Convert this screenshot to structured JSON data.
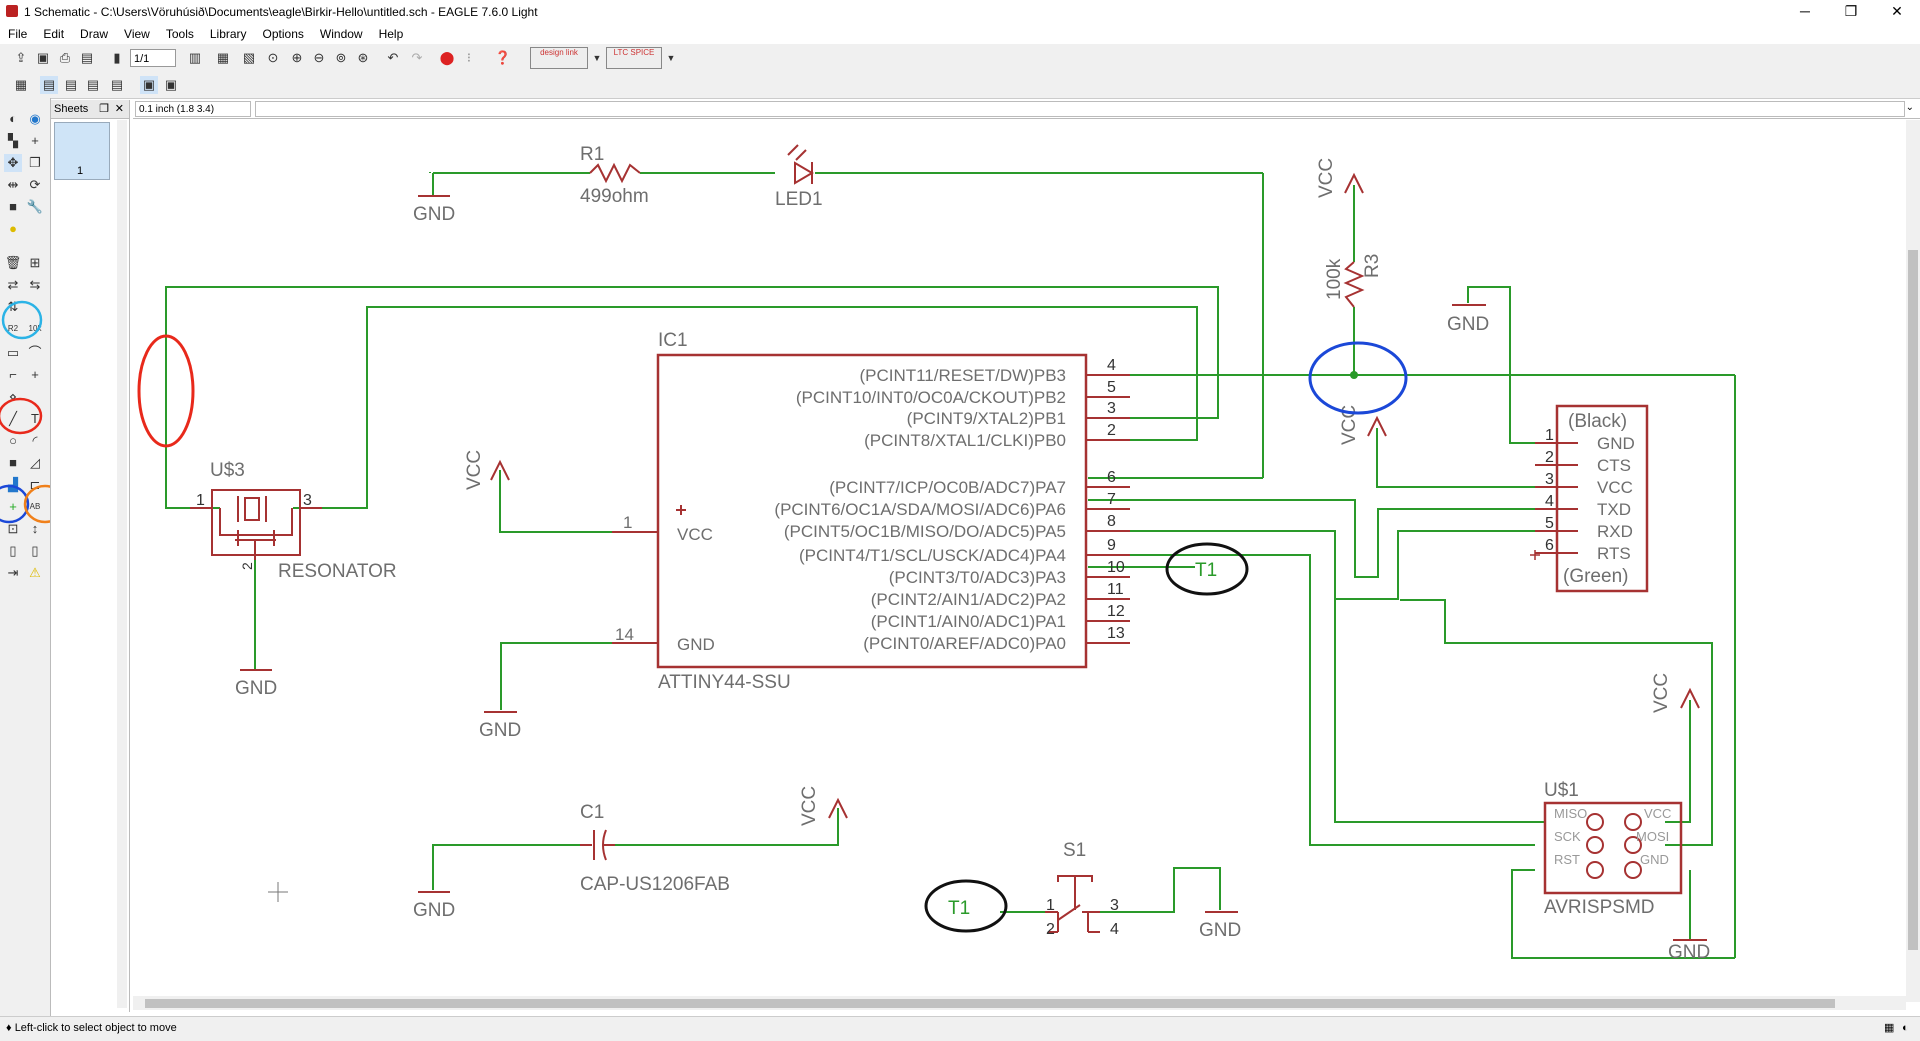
{
  "window": {
    "title": "1 Schematic - C:\\Users\\Vöruhúsið\\Documents\\eagle\\Birkir-Hello\\untitled.sch - EAGLE 7.6.0 Light",
    "minimize": "─",
    "maximize": "❐",
    "close": "✕"
  },
  "menu": [
    "File",
    "Edit",
    "Draw",
    "View",
    "Tools",
    "Library",
    "Options",
    "Window",
    "Help"
  ],
  "toolbar": {
    "sheet_select": "1/1",
    "designlink_label": "design link",
    "ltspice_label": "LTC SPICE"
  },
  "sheets_panel": {
    "title": "Sheets",
    "sheet_number": "1"
  },
  "coord_display": "0.1 inch (1.8 3.4)",
  "command_value": "",
  "status": {
    "text": "Left-click to select object to move"
  },
  "schematic": {
    "wire_color": "#2a9a2a",
    "symbol_color": "#a63232",
    "part_text_color": "#6e6e6e",
    "labels": {
      "r1_name": "R1",
      "r1_value": "499ohm",
      "led1_name": "LED1",
      "gnd_r1": "GND",
      "r3_name": "R3",
      "r3_value": "100k",
      "vcc_r3": "VCC",
      "vcc_ftdi": "VCC",
      "gnd_ftdi": "GND",
      "ic1_name": "IC1",
      "ic1_value": "ATTINY44-SSU",
      "ic1_vcc": "VCC",
      "ic1_gnd": "GND",
      "vcc_ic1": "VCC",
      "gnd_ic1": "GND",
      "u3_name": "U$3",
      "u3_value": "RESONATOR",
      "gnd_u3": "GND",
      "c1_name": "C1",
      "c1_value": "CAP-US1206FAB",
      "gnd_c1": "GND",
      "vcc_c1": "VCC",
      "s1_name": "S1",
      "gnd_s1": "GND",
      "u1_name": "U$1",
      "u1_value": "AVRISPSMD",
      "vcc_u1": "VCC",
      "gnd_u1": "GND",
      "t1_label_a": "T1",
      "t1_label_b": "T1",
      "ftdi_black": "(Black)",
      "ftdi_green": "(Green)"
    },
    "ic1_pins_right": [
      {
        "num": "4",
        "name": "(PCINT11/RESET/DW)PB3"
      },
      {
        "num": "5",
        "name": "(PCINT10/INT0/OC0A/CKOUT)PB2"
      },
      {
        "num": "3",
        "name": "(PCINT9/XTAL2)PB1"
      },
      {
        "num": "2",
        "name": "(PCINT8/XTAL1/CLKI)PB0"
      },
      {
        "num": "6",
        "name": "(PCINT7/ICP/OC0B/ADC7)PA7"
      },
      {
        "num": "7",
        "name": "(PCINT6/OC1A/SDA/MOSI/ADC6)PA6"
      },
      {
        "num": "8",
        "name": "(PCINT5/OC1B/MISO/DO/ADC5)PA5"
      },
      {
        "num": "9",
        "name": "(PCINT4/T1/SCL/USCK/ADC4)PA4"
      },
      {
        "num": "10",
        "name": "(PCINT3/T0/ADC3)PA3"
      },
      {
        "num": "11",
        "name": "(PCINT2/AIN1/ADC2)PA2"
      },
      {
        "num": "12",
        "name": "(PCINT1/AIN0/ADC1)PA1"
      },
      {
        "num": "13",
        "name": "(PCINT0/AREF/ADC0)PA0"
      }
    ],
    "ic1_pin_vcc": "1",
    "ic1_pin_gnd": "14",
    "ftdi_pins": [
      {
        "num": "1",
        "name": "GND"
      },
      {
        "num": "2",
        "name": "CTS"
      },
      {
        "num": "3",
        "name": "VCC"
      },
      {
        "num": "4",
        "name": "TXD"
      },
      {
        "num": "5",
        "name": "RXD"
      },
      {
        "num": "6",
        "name": "RTS"
      }
    ],
    "isp_labels": [
      "MISO",
      "VCC",
      "SCK",
      "MOSI",
      "RST",
      "GND"
    ],
    "u3_pins": [
      "1",
      "3",
      "2"
    ],
    "s1_pins": [
      "1",
      "2",
      "3",
      "4"
    ]
  }
}
